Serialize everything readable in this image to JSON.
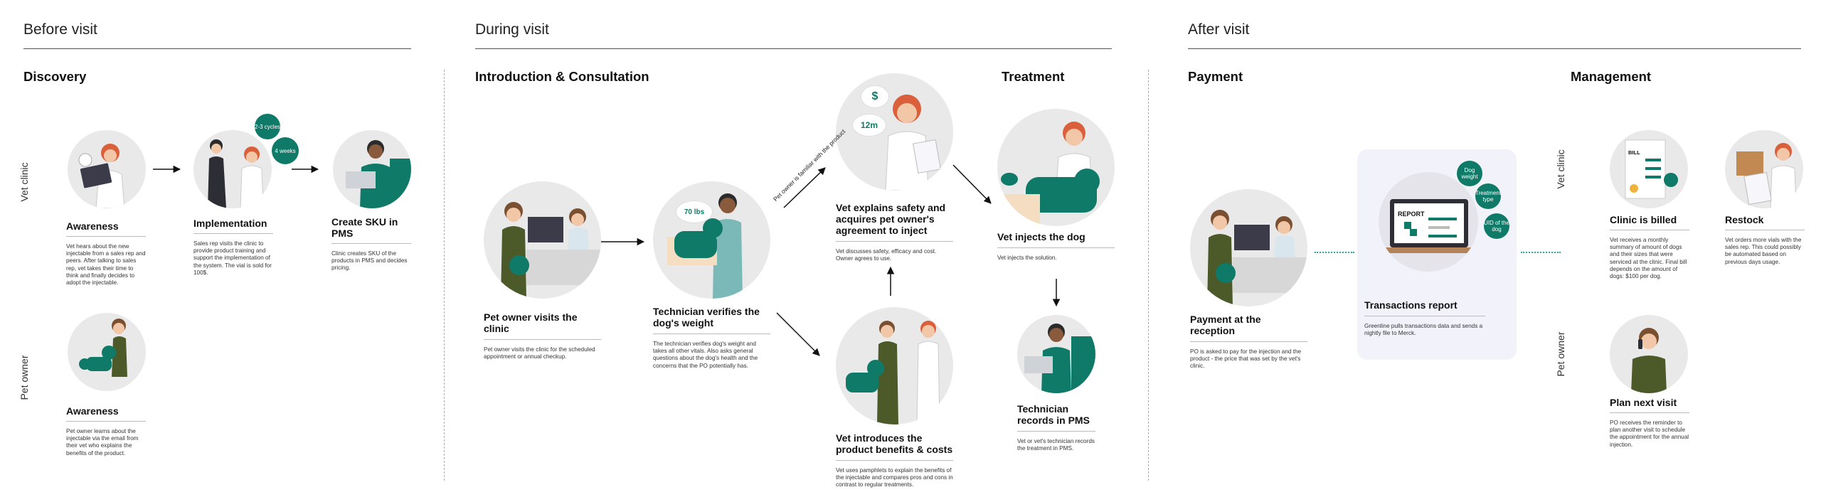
{
  "phases": {
    "before": "Before visit",
    "during": "During visit",
    "after": "After visit"
  },
  "sections": {
    "discovery": "Discovery",
    "intro": "Introduction & Consultation",
    "treatment": "Treatment",
    "payment": "Payment",
    "management": "Management"
  },
  "row_labels": {
    "vet_clinic": "Vet clinic",
    "pet_owner": "Pet owner",
    "vet_clinic_2": "Vet clinic",
    "pet_owner_2": "Pet owner"
  },
  "cards": {
    "awareness_vet": {
      "title": "Awareness",
      "desc": "Vet hears about the new injectable from a sales rep and peers. After talking to sales rep, vet takes their time to think and finally decides to adopt the injectable."
    },
    "implementation": {
      "title": "Implementation",
      "desc": "Sales rep visits the clinic to provide product training and support the implementation of the system. The vial is sold for 100$."
    },
    "create_sku": {
      "title": "Create SKU in PMS",
      "desc": "Clinic creates SKU of the products in PMS and decides pricing."
    },
    "awareness_owner": {
      "title": "Awareness",
      "desc": "Pet owner learns about the injectable via the email from their vet who explains the benefits of the product."
    },
    "pet_owner_visits": {
      "title": "Pet owner visits the clinic",
      "desc": "Pet owner visits the clinic for the scheduled appointment or annual checkup."
    },
    "tech_verifies": {
      "title": "Technician verifies the dog's weight",
      "desc": "The technician verifies dog's weight and takes all other vitals. Also asks general questions about the dog's health and the concerns that the PO potentially has."
    },
    "vet_explains": {
      "title": "Vet explains safety and acquires pet owner's agreement to inject",
      "desc": "Vet discusses safety, efficacy and cost. Owner agrees to use."
    },
    "vet_introduces": {
      "title": "Vet introduces the product benefits & costs",
      "desc": "Vet uses pamphlets to explain the benefits of the injectable and compares pros and cons in contrast to regular treatments."
    },
    "vet_injects": {
      "title": "Vet injects the dog",
      "desc": "Vet injects the solution."
    },
    "tech_records": {
      "title": "Technician records in PMS",
      "desc": "Vet or vet's technician records the treatment in PMS."
    },
    "payment_reception": {
      "title": "Payment at the reception",
      "desc": "PO is asked to pay for the injection and the product - the price that was set by the vet's clinic."
    },
    "transactions_report": {
      "title": "Transactions report",
      "desc": "Greenline pulls transactions data and sends a nightly file to Merck."
    },
    "clinic_billed": {
      "title": "Clinic is billed",
      "desc": "Vet receives a monthly summary of amount of dogs and their sizes that were serviced at the clinic. Final bill depends on the amount of dogs: $100 per dog."
    },
    "restock": {
      "title": "Restock",
      "desc": "Vet orders more vials with the sales rep. This could possibly be automated based on previous days usage."
    },
    "plan_next": {
      "title": "Plan next visit",
      "desc": "PO receives the reminder to plan another visit to schedule the appointment for the annual injection."
    }
  },
  "bubbles": {
    "cycles": "2-3 cycles",
    "weeks": "4 weeks",
    "weight": "70 lbs",
    "dollar": "$",
    "months": "12m",
    "dog_weight": "Dog weight",
    "treatment_type": "Treatment type",
    "uid": "UID of the dog"
  },
  "annotation": "Pet owner is familiar with the product",
  "report_label": "REPORT",
  "bill_label": "BILL",
  "colors": {
    "teal": "#0e7a67",
    "light_circle": "#e9e9e9",
    "panel": "#f2f3fa"
  }
}
